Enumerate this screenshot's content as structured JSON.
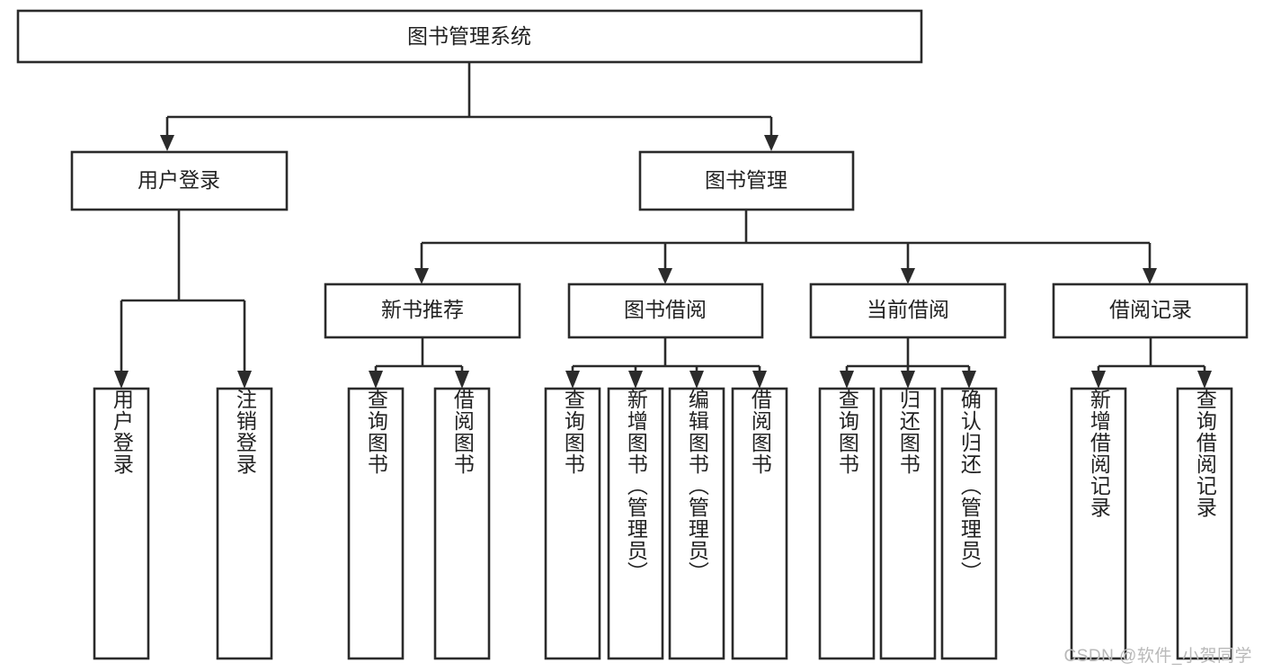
{
  "diagram": {
    "title": "图书管理系统",
    "watermark": "CSDN @软件_小贺同学",
    "colors": {
      "stroke": "#2b2b2b",
      "fill": "#ffffff",
      "text": "#222222",
      "watermark": "#b9b9b9"
    },
    "root": {
      "label": "图书管理系统"
    },
    "level2": [
      {
        "label": "用户登录"
      },
      {
        "label": "图书管理"
      }
    ],
    "level3": [
      {
        "label": "新书推荐"
      },
      {
        "label": "图书借阅"
      },
      {
        "label": "当前借阅"
      },
      {
        "label": "借阅记录"
      }
    ],
    "leaves": {
      "user_login": [
        {
          "label": "用户登录"
        },
        {
          "label": "注销登录"
        }
      ],
      "new_book": [
        {
          "label": "查询图书"
        },
        {
          "label": "借阅图书"
        }
      ],
      "book_borrow": [
        {
          "label": "查询图书"
        },
        {
          "label": "新增图书（管理员）"
        },
        {
          "label": "编辑图书（管理员）"
        },
        {
          "label": "借阅图书"
        }
      ],
      "current_borrow": [
        {
          "label": "查询图书"
        },
        {
          "label": "归还图书"
        },
        {
          "label": "确认归还（管理员）"
        }
      ],
      "borrow_record": [
        {
          "label": "新增借阅记录"
        },
        {
          "label": "查询借阅记录"
        }
      ]
    }
  }
}
